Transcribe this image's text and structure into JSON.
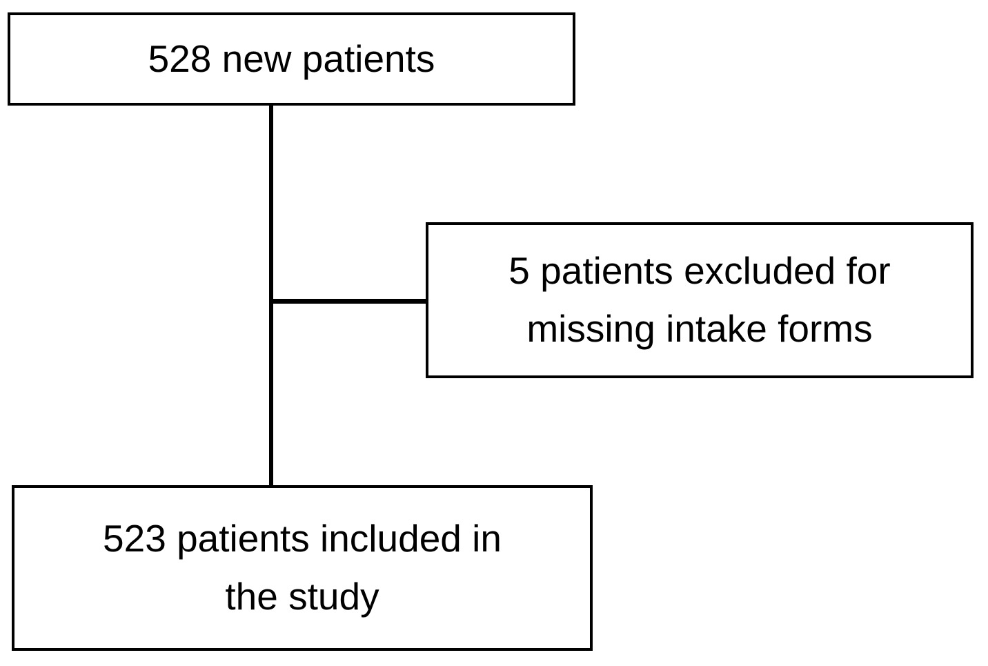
{
  "diagram": {
    "type": "flowchart",
    "colors": {
      "background": "#ffffff",
      "border": "#000000",
      "text": "#000000",
      "connector": "#000000"
    },
    "nodes": [
      {
        "id": "new-patients",
        "lines": [
          "528 new patients"
        ]
      },
      {
        "id": "excluded-missing-intake",
        "lines": [
          "5 patients excluded for",
          "missing intake forms"
        ]
      },
      {
        "id": "included-in-study",
        "lines": [
          "523 patients included in",
          "the study"
        ]
      }
    ],
    "edges": [
      {
        "from": "new-patients",
        "to": "included-in-study",
        "shape": "vertical-line"
      },
      {
        "from": "new-patients",
        "to": "excluded-missing-intake",
        "shape": "horizontal-branch"
      }
    ]
  }
}
